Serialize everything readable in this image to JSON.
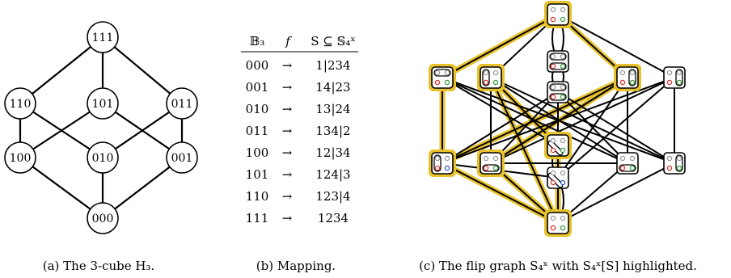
{
  "cube": {
    "nodes": [
      {
        "id": "111",
        "label": "111"
      },
      {
        "id": "110",
        "label": "110"
      },
      {
        "id": "101",
        "label": "101"
      },
      {
        "id": "011",
        "label": "011"
      },
      {
        "id": "100",
        "label": "100"
      },
      {
        "id": "010",
        "label": "010"
      },
      {
        "id": "001",
        "label": "001"
      },
      {
        "id": "000",
        "label": "000"
      }
    ],
    "edges": [
      [
        "111",
        "110"
      ],
      [
        "111",
        "101"
      ],
      [
        "111",
        "011"
      ],
      [
        "110",
        "100"
      ],
      [
        "110",
        "010"
      ],
      [
        "101",
        "100"
      ],
      [
        "101",
        "001"
      ],
      [
        "011",
        "010"
      ],
      [
        "011",
        "001"
      ],
      [
        "100",
        "000"
      ],
      [
        "010",
        "000"
      ],
      [
        "001",
        "000"
      ]
    ],
    "caption": "(a) The 3-cube H₃."
  },
  "mapping": {
    "headers": {
      "left": "𝔹₃",
      "middle": "f",
      "right": "S ⊆ 𝕊₄ˣ"
    },
    "arrow": "→",
    "rows": [
      {
        "input": "000",
        "output": "1|234"
      },
      {
        "input": "001",
        "output": "14|23"
      },
      {
        "input": "010",
        "output": "13|24"
      },
      {
        "input": "011",
        "output": "134|2"
      },
      {
        "input": "100",
        "output": "12|34"
      },
      {
        "input": "101",
        "output": "124|3"
      },
      {
        "input": "110",
        "output": "123|4"
      },
      {
        "input": "111",
        "output": "1234"
      }
    ],
    "caption": "(b) Mapping."
  },
  "flip_graph": {
    "highlight_color": "#e8c22c",
    "dot_colors": {
      "1": "#d8302f",
      "2": "#3a9a3a",
      "3": "#2f55c8",
      "4": "#999999"
    },
    "caption": "(c) The flip graph S₄ˣ with S₄ˣ[S] highlighted."
  }
}
